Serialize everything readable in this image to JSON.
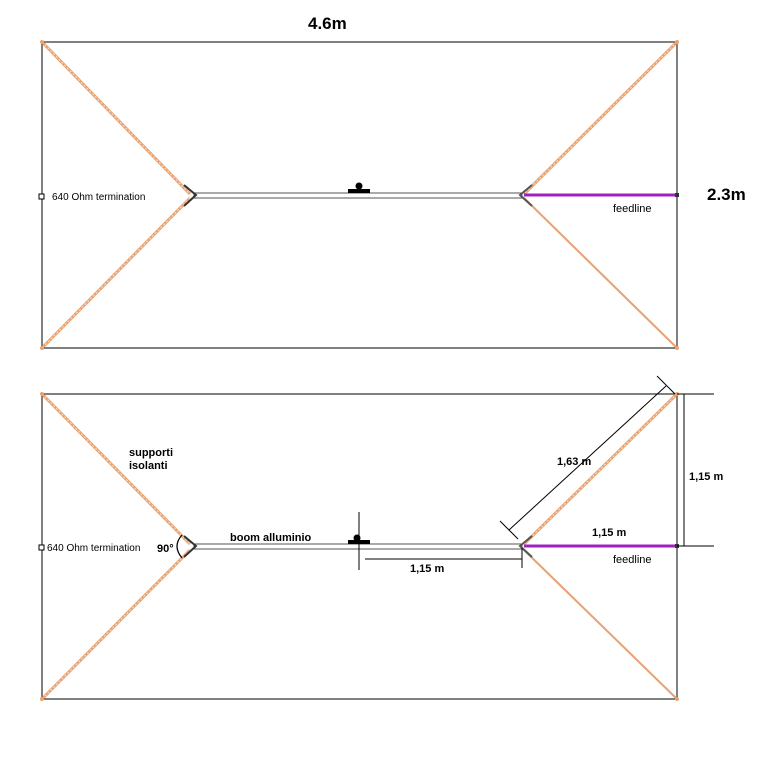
{
  "top_diagram": {
    "width_label": "4.6m",
    "height_label": "2.3m",
    "termination_label": "640 Ohm termination",
    "feedline_label": "feedline"
  },
  "bottom_diagram": {
    "termination_label": "640 Ohm termination",
    "angle_label": "90°",
    "support_label_line1": "supporti",
    "support_label_line2": "isolanti",
    "boom_label": "boom alluminio",
    "boom_half_label": "1,15 m",
    "diagonal_label": "1,63 m",
    "vertical_label": "1,15 m",
    "feedline_length_label": "1,15 m",
    "feedline_label": "feedline"
  },
  "colors": {
    "wire": "#e8a272",
    "boom": "#555555",
    "feedline": "#a020c0",
    "frame": "#000000"
  }
}
